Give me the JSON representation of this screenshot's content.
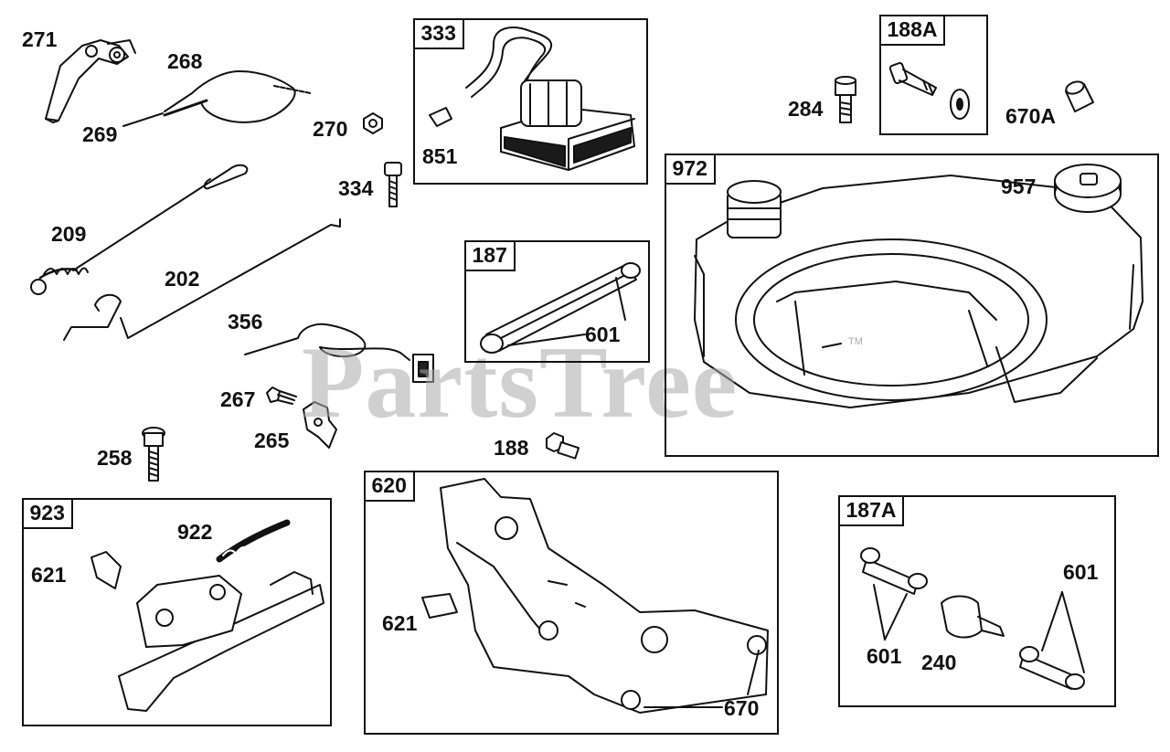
{
  "watermark": {
    "text": "PartsTree",
    "tm": "TM"
  },
  "groups": {
    "g333": "333",
    "g188A": "188A",
    "g187": "187",
    "g972": "972",
    "g923": "923",
    "g620": "620",
    "g187A": "187A"
  },
  "parts": {
    "p271": "271",
    "p268": "268",
    "p269": "269",
    "p270": "270",
    "p334": "334",
    "p209": "209",
    "p202": "202",
    "p356": "356",
    "p267": "267",
    "p265": "265",
    "p258": "258",
    "p188": "188",
    "p851": "851",
    "p284": "284",
    "p670A": "670A",
    "p957": "957",
    "p601a": "601",
    "p922": "922",
    "p621a": "621",
    "p621b": "621",
    "p670": "670",
    "p601b": "601",
    "p240": "240",
    "p601c": "601"
  }
}
